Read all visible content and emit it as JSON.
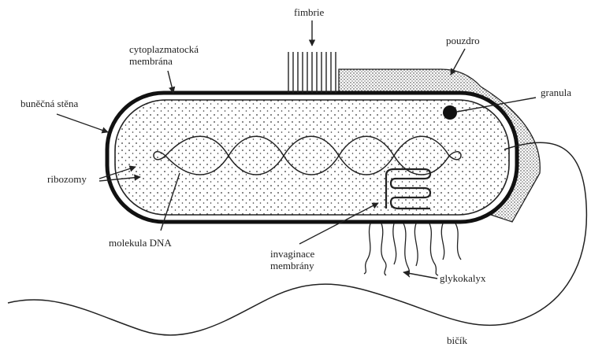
{
  "labels": {
    "fimbrie": "fimbrie",
    "pouzdro": "pouzdro",
    "cytoplasmic_line1": "cytoplazmatocká",
    "cytoplasmic_line2": "membrána",
    "granula": "granula",
    "bunecna_stena": "buněčná stěna",
    "ribozomy": "ribozomy",
    "molekula_dna": "molekula DNA",
    "invaginace_line1": "invaginace",
    "invaginace_line2": "membrány",
    "glykokalyx": "glykokalyx",
    "bicik": "bičík"
  }
}
